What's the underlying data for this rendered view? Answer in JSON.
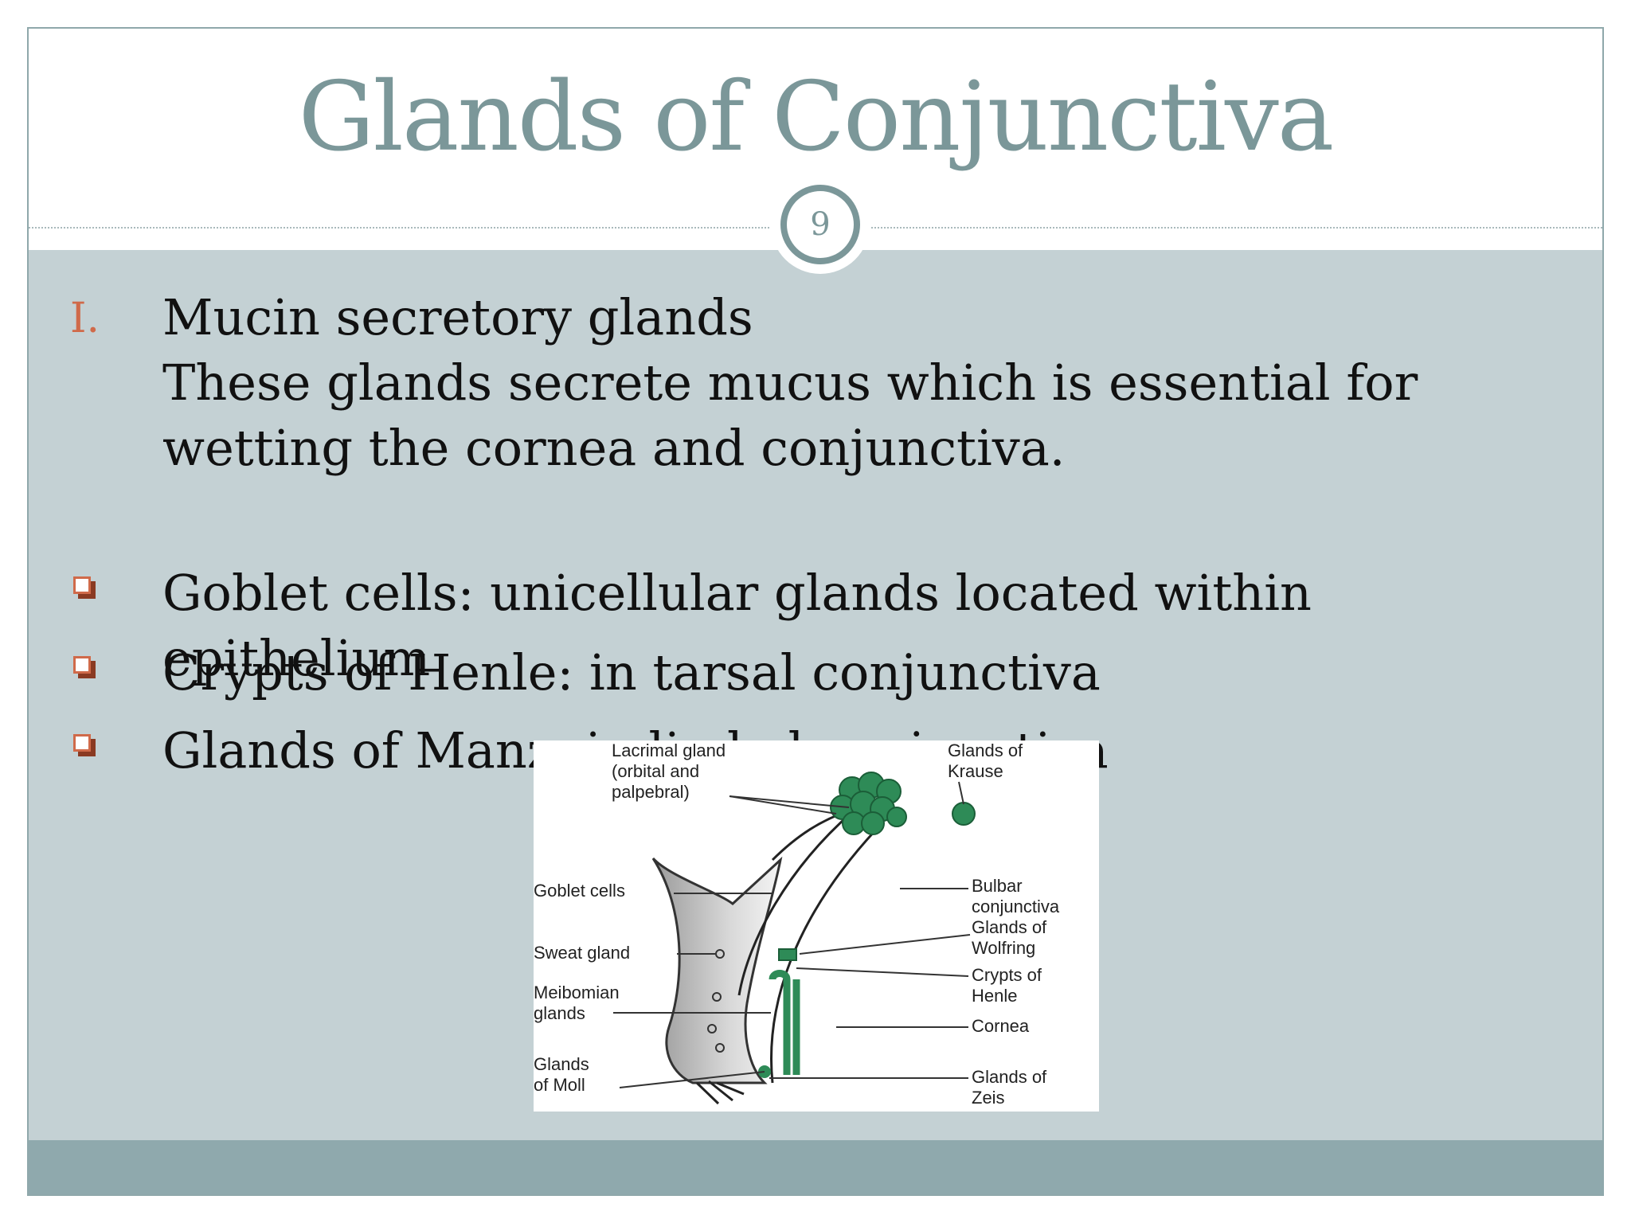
{
  "slide": {
    "title": "Glands of Conjunctiva",
    "slide_number": "9",
    "section_numeral": "I.",
    "section_heading": "Mucin secretory glands",
    "section_paragraph": " These glands secrete mucus which is essential for wetting the cornea and conjunctiva.",
    "bullets": [
      "Goblet cells: unicellular glands located within epithelium",
      "Crypts of Henle: in tarsal conjunctiva",
      "Glands of Manz: in limbal conjunctiva"
    ]
  },
  "figure": {
    "labels": {
      "lacrimal_1": "Lacrimal gland",
      "lacrimal_2": "(orbital and",
      "lacrimal_3": "palpebral)",
      "krause_1": "Glands of",
      "krause_2": "Krause",
      "goblet": "Goblet cells",
      "sweat": "Sweat gland",
      "meibomian_1": "Meibomian",
      "meibomian_2": "glands",
      "moll_1": "Glands",
      "moll_2": "of Moll",
      "bulbar_1": "Bulbar",
      "bulbar_2": "conjunctiva",
      "wolfring_1": "Glands of",
      "wolfring_2": "Wolfring",
      "crypts_1": "Crypts of",
      "crypts_2": "Henle",
      "cornea": "Cornea",
      "zeis_1": "Glands of",
      "zeis_2": "Zeis"
    }
  },
  "colors": {
    "accent": "#7b9799",
    "content_background": "#c4d1d4",
    "footer_band": "#8fa9ad",
    "bullet_accent": "#d06a4a",
    "gland_green": "#2e8b57"
  }
}
